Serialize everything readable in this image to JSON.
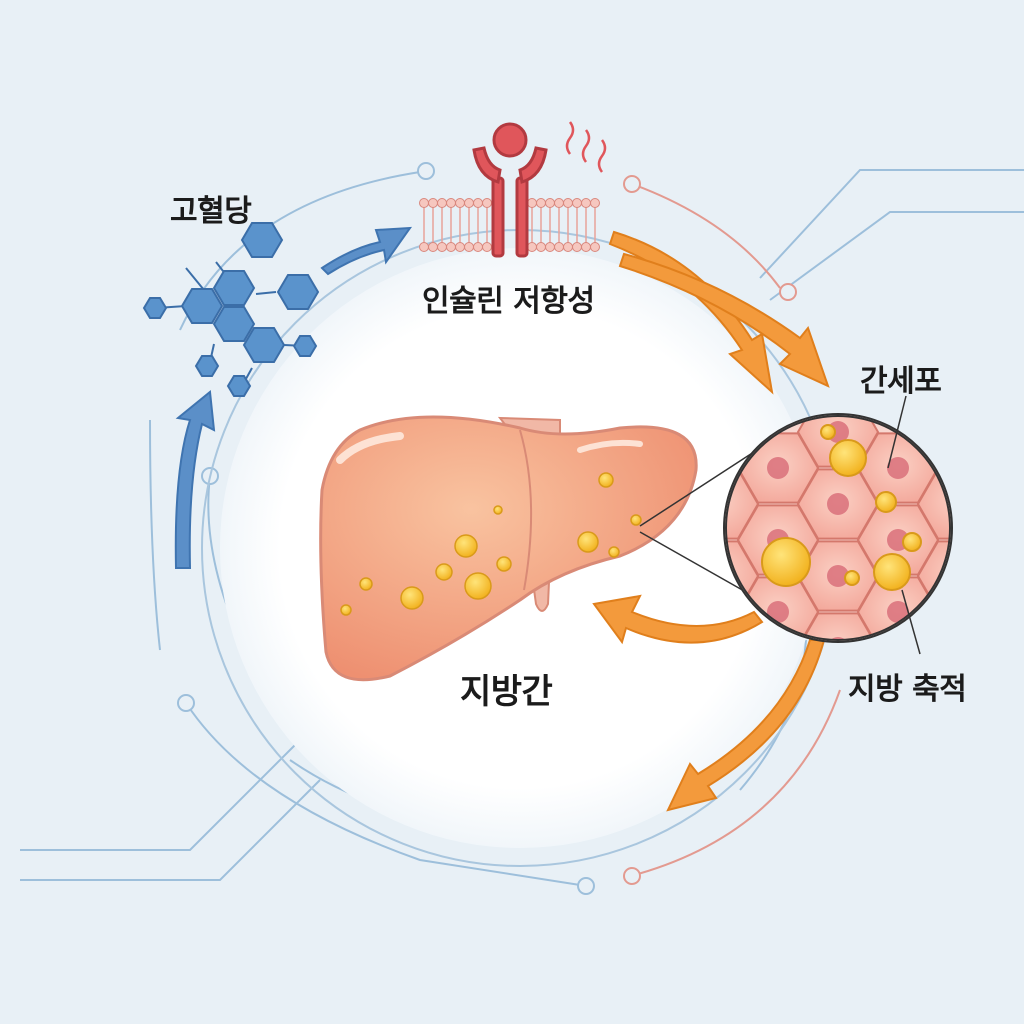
{
  "labels": {
    "glucose": "고혈당",
    "insulin_resistance": "인슐린 저항성",
    "hepatocyte": "간세포",
    "fat_accumulation": "지방 축적",
    "fatty_liver": "지방간"
  },
  "colors": {
    "background": "#e8f0f6",
    "center_disc": "#ffffff",
    "blue_arrow": "#5b8fc8",
    "orange_arrow": "#f39a3c",
    "liver": "#f2a07b",
    "fat_droplet": "#f6c233",
    "receptor": "#e0565b",
    "circuit_blue": "#8fb3d3",
    "circuit_red": "#e09088"
  }
}
